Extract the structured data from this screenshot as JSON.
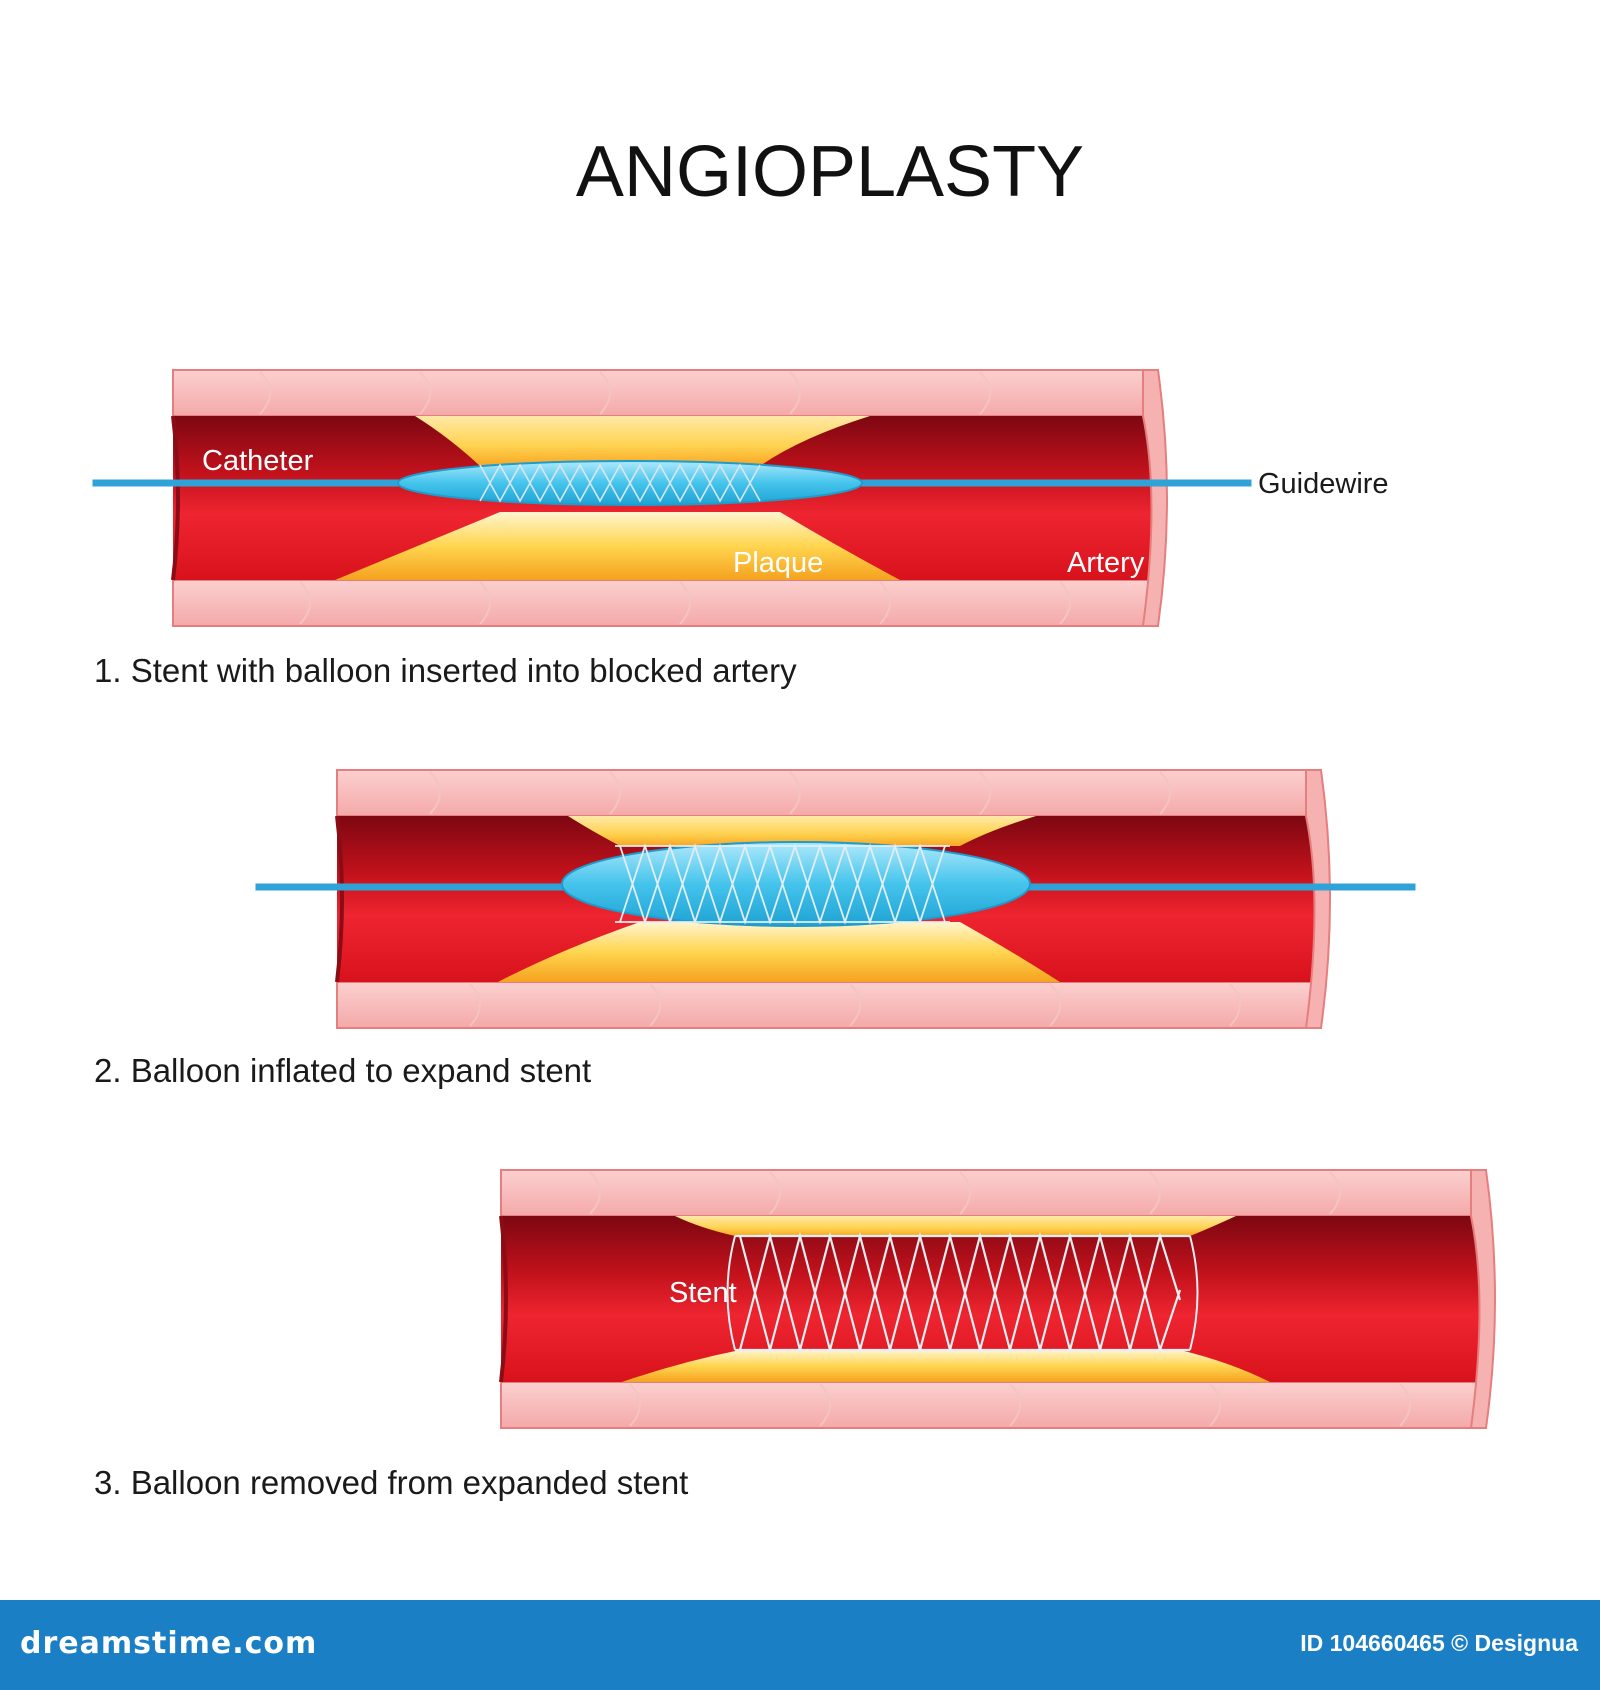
{
  "title": "ANGIOPLASTY",
  "stages": [
    {
      "caption": "1. Stent with balloon inserted into blocked artery",
      "labels": {
        "catheter": "Catheter",
        "plaque": "Plaque",
        "artery": "Artery",
        "guidewire": "Guidewire"
      }
    },
    {
      "caption": "2. Balloon inflated to expand stent"
    },
    {
      "caption": "3. Balloon removed from expanded stent",
      "labels": {
        "stent": "Stent"
      }
    }
  ],
  "footer": {
    "site": "dreamstime.com",
    "credit": "ID 104660465 © Designua"
  },
  "colors": {
    "wall": "#f5b8b8",
    "wall_edge": "#e07a7a",
    "lumen_dark": "#8a0a14",
    "lumen": "#e8202c",
    "plaque": "#ffcf4a",
    "plaque_light": "#fff2c4",
    "balloon": "#48c6ec",
    "guidewire": "#2fa3d8",
    "footer": "#1a7fc4"
  }
}
